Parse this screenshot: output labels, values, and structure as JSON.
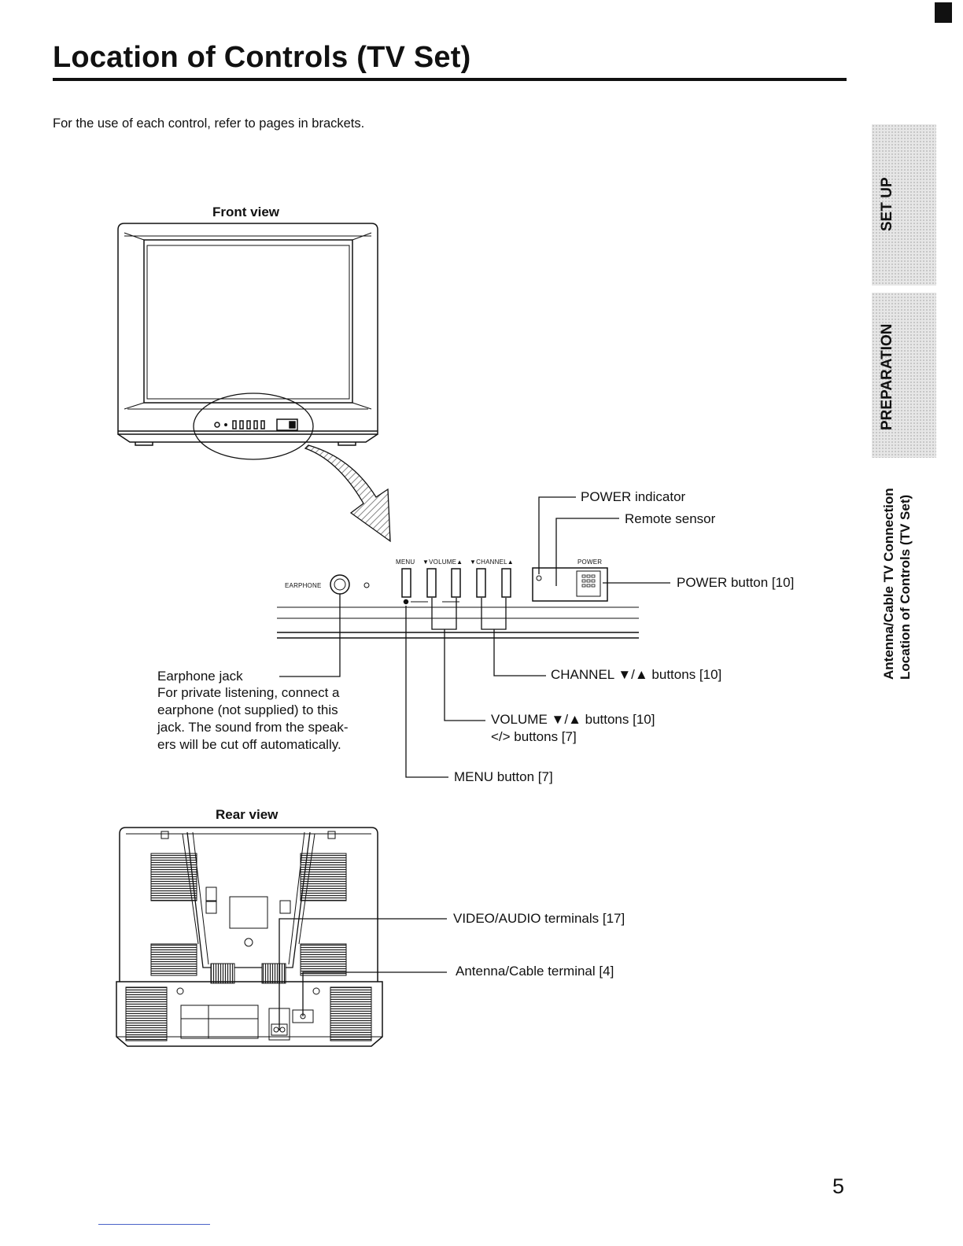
{
  "page": {
    "title": "Location of Controls (TV Set)",
    "intro": "For the use of each control, refer to pages in brackets.",
    "page_number": "5"
  },
  "side_tabs": {
    "setup": "SET UP",
    "preparation": "PREPARATION",
    "section_line1": "Antenna/Cable TV Connection",
    "section_line2": "Location of Controls (TV Set)"
  },
  "front_view": {
    "title": "Front view",
    "panel_labels": {
      "earphone": "EARPHONE",
      "menu": "MENU",
      "volume": "▼VOLUME▲",
      "channel": "▼CHANNEL▲",
      "power": "POWER"
    },
    "callouts": {
      "power_indicator": "POWER indicator",
      "remote_sensor": "Remote sensor",
      "power_button": "POWER button [10]",
      "channel_buttons": "CHANNEL ▼/▲ buttons [10]",
      "volume_buttons": "VOLUME ▼/▲ buttons [10]",
      "arrow_buttons": "</> buttons [7]",
      "menu_button": "MENU button [7]",
      "earphone_jack": "Earphone jack",
      "earphone_desc": [
        "For private listening, connect a",
        "earphone (not supplied) to this",
        "jack. The sound from the speak-",
        "ers will be cut off  automatically."
      ]
    }
  },
  "rear_view": {
    "title": "Rear view",
    "callouts": {
      "video_audio": "VIDEO/AUDIO terminals [17]",
      "antenna": "Antenna/Cable terminal [4]"
    }
  }
}
